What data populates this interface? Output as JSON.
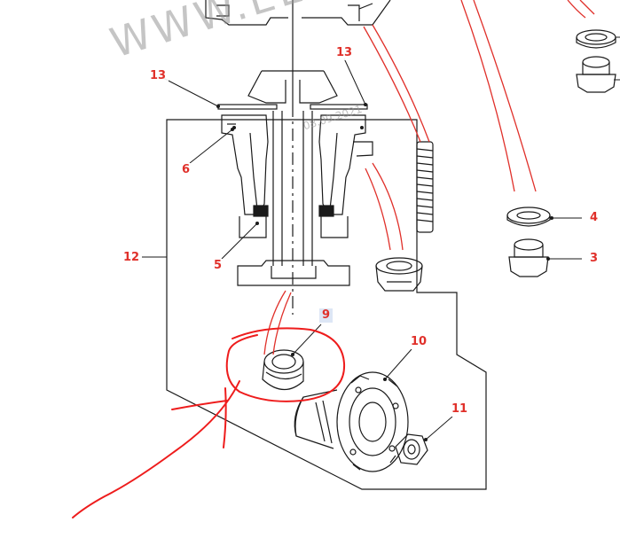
{
  "watermark": {
    "text": "WWW.ELCATS.RU",
    "date": "08.09.2021"
  },
  "callouts": {
    "c13a": "13",
    "c13b": "13",
    "c6": "6",
    "c12": "12",
    "c5": "5",
    "c9": "9",
    "c10": "10",
    "c11": "11",
    "c4": "4",
    "c3": "3"
  },
  "colors": {
    "line": "#1a1a1a",
    "callout": "#e0302a",
    "annotation": "#ee1c1c"
  }
}
